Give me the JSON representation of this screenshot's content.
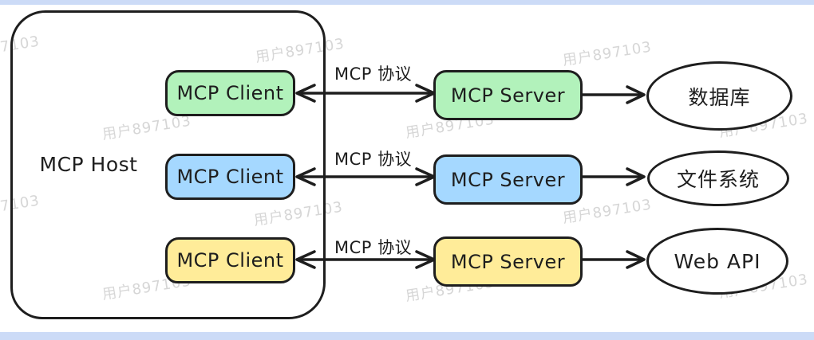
{
  "canvas": {
    "background": "#ffffff",
    "stroke_color": "#1e1e1e",
    "edge_strip_color": "#ccdbf7"
  },
  "watermark": {
    "text": "用户897103",
    "color": "#d6d6d6"
  },
  "host": {
    "label": "MCP Host"
  },
  "rows": [
    {
      "client_label": "MCP Client",
      "server_label": "MCP Server",
      "protocol_label": "MCP 协议",
      "target_label": "数据库",
      "fill": "#b2f2bb"
    },
    {
      "client_label": "MCP Client",
      "server_label": "MCP Server",
      "protocol_label": "MCP 协议",
      "target_label": "文件系统",
      "fill": "#a5d8ff"
    },
    {
      "client_label": "MCP Client",
      "server_label": "MCP Server",
      "protocol_label": "MCP 协议",
      "target_label": "Web API",
      "fill": "#ffec99"
    }
  ]
}
